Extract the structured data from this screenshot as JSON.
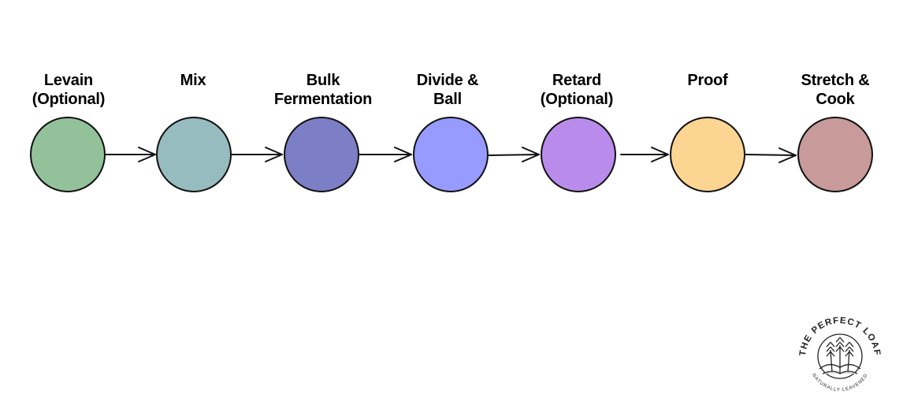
{
  "steps": [
    {
      "line1": "Levain",
      "line2": "(Optional)",
      "color": "#93c29a"
    },
    {
      "line1": "",
      "line2": "Mix",
      "color": "#96bcc0"
    },
    {
      "line1": "Bulk",
      "line2": "Fermentation",
      "color": "#7c7ec6"
    },
    {
      "line1": "Divide &",
      "line2": "Ball",
      "color": "#979bff"
    },
    {
      "line1": "Retard",
      "line2": "(Optional)",
      "color": "#b98cec"
    },
    {
      "line1": "",
      "line2": "Proof",
      "color": "#fdd592"
    },
    {
      "line1": "Stretch &",
      "line2": "Cook",
      "color": "#c89a9a"
    }
  ],
  "logo": {
    "top_text": "THE PERFECT LOAF",
    "bottom_text": "NATURALLY LEAVENED",
    "icon": "wheat-icon"
  }
}
